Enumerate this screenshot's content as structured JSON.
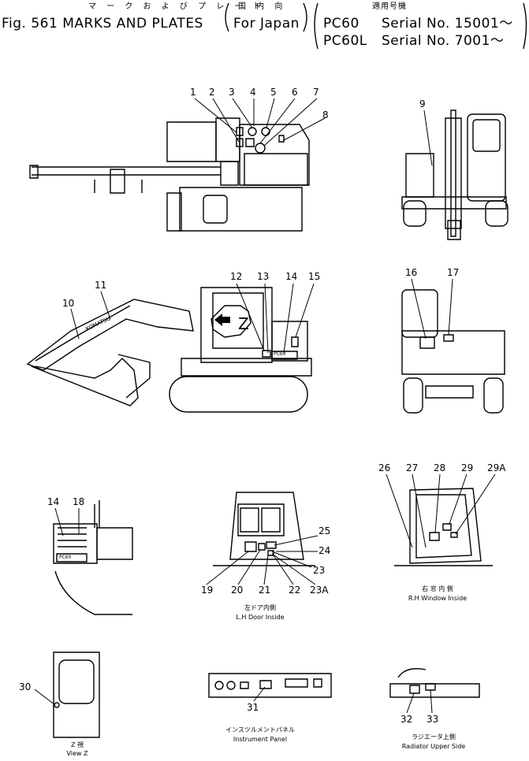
{
  "header": {
    "jp_title": "マ ー ク お よ び プ レ ー ト",
    "fig_title": "Fig. 561 MARKS AND PLATES",
    "jp_country": "国 内 向",
    "region": "For Japan",
    "jp_applicable": "適用号機",
    "model_1": "PC60",
    "serial_1": "Serial No. 15001～",
    "model_2": "PC60L",
    "serial_2": "Serial No. 7001～"
  },
  "callouts": [
    "1",
    "2",
    "3",
    "4",
    "5",
    "6",
    "7",
    "8",
    "9",
    "10",
    "11",
    "12",
    "13",
    "14",
    "15",
    "16",
    "17",
    "26",
    "27",
    "28",
    "29",
    "29A",
    "14",
    "18",
    "25",
    "24",
    "23",
    "19",
    "20",
    "21",
    "22",
    "23A",
    "30",
    "31",
    "32",
    "33"
  ],
  "captions": {
    "lh_door_jp": "左ドア内側",
    "lh_door": "L.H Door Inside",
    "rh_window_jp": "右 窓 内 側",
    "rh_window": "R.H Window Inside",
    "view_z_jp": "Z 視",
    "view_z": "View Z",
    "instrument_jp": "インスツルメントパネル",
    "instrument": "Instrument Panel",
    "radiator_jp": "ラジエータ上側",
    "radiator": "Radiator Upper Side"
  },
  "marks": {
    "z_view": "Z",
    "brand": "KOMATSU",
    "plate_model": "PC60"
  }
}
